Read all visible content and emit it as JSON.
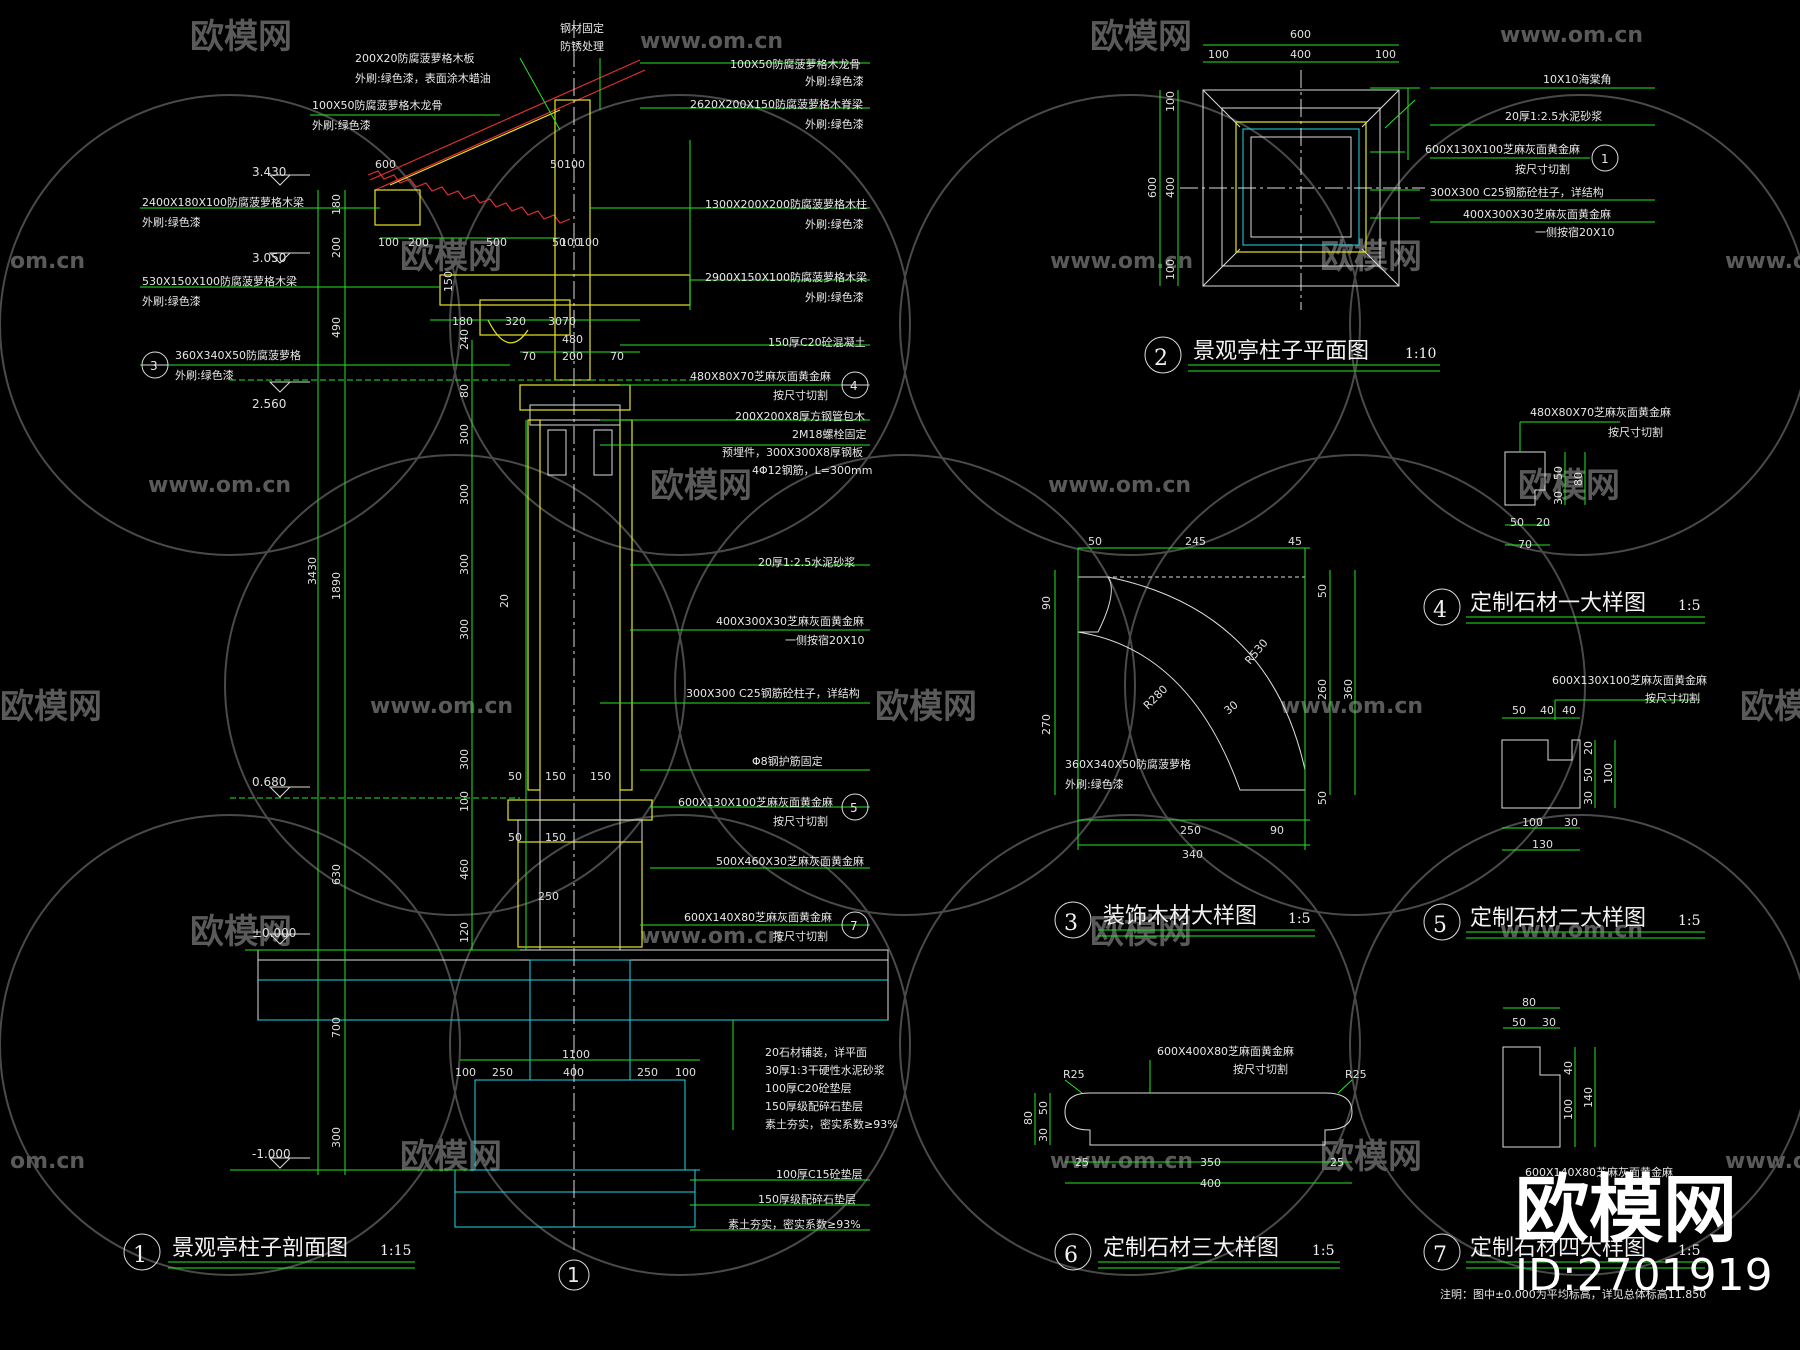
{
  "watermark": {
    "brand": "欧模网",
    "url": "www.om.cn",
    "url_short": "om.cn",
    "big_brand": "欧模网",
    "id": "ID:2701919"
  },
  "section": {
    "num": "1",
    "title": "景观亭柱子剖面图",
    "scale": "1:15",
    "axis": "1",
    "callouts": [
      "200X20防腐菠萝格木板",
      "外刷:绿色漆，表面涂木蜡油",
      "100X50防腐菠萝格木龙骨",
      "外刷:绿色漆",
      "2400X180X100防腐菠萝格木梁",
      "外刷:绿色漆",
      "530X150X100防腐菠萝格木梁",
      "外刷:绿色漆",
      "360X340X50防腐菠萝格",
      "外刷:绿色漆"
    ],
    "callouts_right": [
      "钢材固定",
      "防锈处理",
      "100X50防腐菠萝格木龙骨",
      "外刷:绿色漆",
      "2620X200X150防腐菠萝格木脊梁",
      "外刷:绿色漆",
      "1300X200X200防腐菠萝格木柱",
      "外刷:绿色漆",
      "2900X150X100防腐菠萝格木梁",
      "外刷:绿色漆",
      "150厚C20砼混凝土",
      "480X80X70芝麻灰面黄金麻",
      "按尺寸切割",
      "200X200X8厚方钢管包木",
      "2M18螺栓固定",
      "预埋件，300X300X8厚钢板",
      "4Φ12钢筋，L=300mm",
      "20厚1:2.5水泥砂浆",
      "400X300X30芝麻灰面黄金麻",
      "一侧按宿20X10",
      "300X300 C25钢筋砼柱子，详结构",
      "Φ8钢护筋固定",
      "600X130X100芝麻灰面黄金麻",
      "按尺寸切割",
      "500X460X30芝麻灰面黄金麻",
      "600X140X80芝麻灰面黄金麻",
      "按尺寸切割",
      "20石材铺装，详平面",
      "30厚1:3干硬性水泥砂浆",
      "100厚C20砼垫层",
      "150厚级配碎石垫层",
      "素土夯实，密实系数≥93%",
      "100厚C15砼垫层",
      "150厚级配碎石垫层",
      "素土夯实，密实系数≥93%"
    ],
    "levels": [
      "3.430",
      "3.050",
      "2.560",
      "0.680",
      "±0.000",
      "-1.000"
    ],
    "dims_v": [
      "180",
      "200",
      "490",
      "3430",
      "1890",
      "630",
      "700",
      "300",
      "80",
      "300",
      "300",
      "300",
      "300",
      "300",
      "100",
      "460",
      "120",
      "240",
      "20",
      "150"
    ],
    "dims_h": [
      "600",
      "100",
      "200",
      "500",
      "50100",
      "50",
      "180",
      "320",
      "3070",
      "480",
      "70",
      "70",
      "200",
      "100",
      "100",
      "150",
      "50",
      "50",
      "150",
      "250",
      "100",
      "250",
      "400",
      "250",
      "100",
      "1100",
      "150"
    ],
    "circle_refs": [
      [
        "3",
        "一"
      ],
      [
        "4",
        "一"
      ],
      [
        "5"
      ],
      [
        "7"
      ]
    ],
    "roof_dims": [
      "100",
      "100"
    ]
  },
  "plan": {
    "num": "2",
    "title": "景观亭柱子平面图",
    "scale": "1:10",
    "dims": [
      "600",
      "100",
      "400",
      "100",
      "100",
      "400",
      "100",
      "600"
    ],
    "callouts": [
      "10X10海棠角",
      "20厚1:2.5水泥砂浆",
      "600X130X100芝麻灰面黄金麻",
      "按尺寸切割",
      "300X300 C25钢筋砼柱子，详结构",
      "400X300X30芝麻灰面黄金麻",
      "一侧按宿20X10"
    ],
    "ref": "1"
  },
  "detail3": {
    "num": "3",
    "title": "装饰木材大样图",
    "scale": "1:5",
    "dims": [
      "50",
      "245",
      "45",
      "90",
      "270",
      "50",
      "260",
      "360",
      "50",
      "250",
      "90",
      "340",
      "R530",
      "R280",
      "30"
    ],
    "label": [
      "360X340X50防腐菠萝格",
      "外刷:绿色漆"
    ]
  },
  "detail4": {
    "num": "4",
    "title": "定制石材一大样图",
    "scale": "1:5",
    "label": [
      "480X80X70芝麻灰面黄金麻",
      "按尺寸切割"
    ],
    "dims": [
      "50",
      "20",
      "70",
      "50",
      "30",
      "80"
    ]
  },
  "detail5": {
    "num": "5",
    "title": "定制石材二大样图",
    "scale": "1:5",
    "label": [
      "600X130X100芝麻灰面黄金麻",
      "按尺寸切割"
    ],
    "dims": [
      "50",
      "40",
      "40",
      "20",
      "50",
      "30",
      "100",
      "100",
      "30",
      "130"
    ]
  },
  "detail6": {
    "num": "6",
    "title": "定制石材三大样图",
    "scale": "1:5",
    "label": [
      "600X400X80芝麻面黄金麻",
      "按尺寸切割"
    ],
    "dims": [
      "R25",
      "R25",
      "80",
      "50",
      "30",
      "25",
      "350",
      "25",
      "400"
    ]
  },
  "detail7": {
    "num": "7",
    "title": "定制石材四大样图",
    "scale": "1:5",
    "label": [
      "600X140X80芝麻灰面黄金麻"
    ],
    "dims": [
      "80",
      "50",
      "30",
      "40",
      "100",
      "140"
    ]
  },
  "note": "注明：图中±0.000为平均标高，详见总体标高11.850"
}
